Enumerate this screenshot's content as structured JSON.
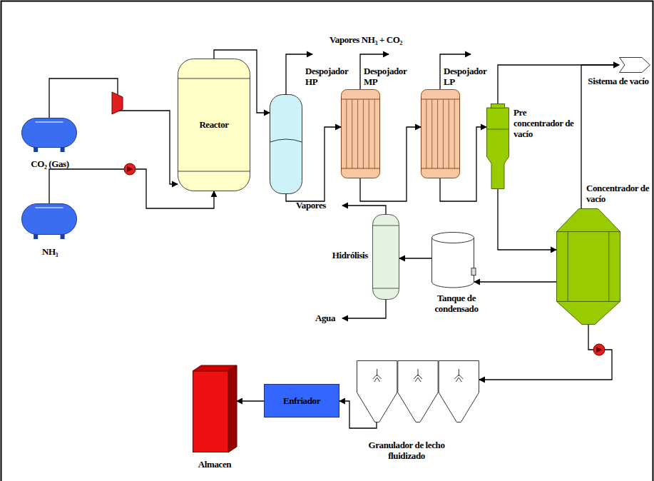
{
  "diagram": {
    "nodes": [
      {
        "text": [
          "CO₂ (Gas)"
        ]
      },
      {
        "text": [
          "NH₃"
        ]
      },
      {
        "text": [
          "Reactor"
        ]
      },
      {
        "text": [
          "Despojador HP"
        ]
      },
      {
        "text": [
          "Despojador MP"
        ]
      },
      {
        "text": [
          "Despojador LP"
        ]
      },
      {
        "text": [
          "Pre concentrador de vacío"
        ]
      },
      {
        "text": [
          "Concentrador de vacío"
        ]
      },
      {
        "text": [
          "Sistema de vacío"
        ]
      },
      {
        "text": [
          "Tanque de condensado"
        ]
      },
      {
        "text": [
          "Hidrólisis"
        ]
      },
      {
        "text": [
          "Granulador de lecho fluidizado"
        ]
      },
      {
        "text": [
          "Enfriador"
        ]
      },
      {
        "text": [
          "Almacen"
        ]
      }
    ],
    "edges": [
      {
        "from": 0,
        "to": 2,
        "arrow": "to"
      },
      {
        "from": 1,
        "to": 2,
        "arrow": "to"
      },
      {
        "from": 2,
        "to": 3,
        "arrow": "to"
      },
      {
        "from": 3,
        "to": 4,
        "arrow": "to"
      },
      {
        "from": 4,
        "to": 5,
        "arrow": "to"
      },
      {
        "from": 5,
        "to": 6,
        "arrow": "to"
      },
      {
        "from": 6,
        "to": 8,
        "arrow": "to"
      },
      {
        "from": 6,
        "to": 7,
        "arrow": "to"
      },
      {
        "from": 7,
        "to": 8,
        "arrow": "to"
      },
      {
        "from": 7,
        "to": 9,
        "arrow": "to"
      },
      {
        "from": 9,
        "to": 10,
        "arrow": "to"
      },
      {
        "from": 7,
        "to": 11,
        "arrow": "to"
      },
      {
        "from": 11,
        "to": 12,
        "arrow": "to"
      },
      {
        "from": 12,
        "to": 13,
        "arrow": "to"
      }
    ],
    "labels": [
      "Vapores NH₃ + CO₂",
      "Vapores",
      "Agua"
    ]
  }
}
